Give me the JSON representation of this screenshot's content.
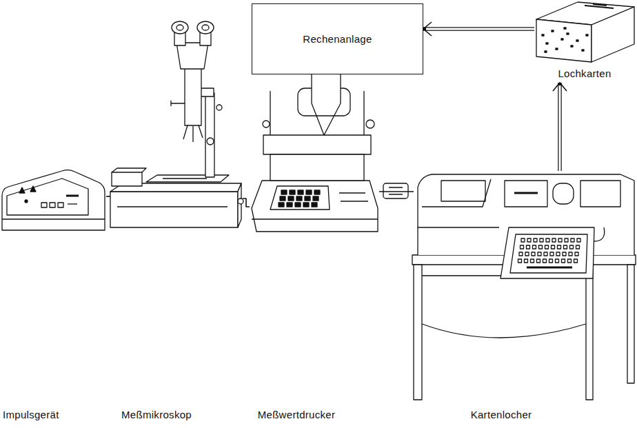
{
  "diagram": {
    "nodes": [
      {
        "text": [
          "Rechenanlage"
        ]
      },
      {
        "text": [
          "Lochkarten"
        ]
      },
      {
        "text": [
          "Impulsgerät"
        ]
      },
      {
        "text": [
          "Meßmikroskop"
        ]
      },
      {
        "text": [
          "Meßwertdrucker"
        ]
      },
      {
        "text": [
          "Kartenlocher"
        ]
      }
    ],
    "edges": [
      {
        "from": 2,
        "to": 3,
        "arrow": "none"
      },
      {
        "from": 3,
        "to": 4,
        "arrow": "none"
      },
      {
        "from": 4,
        "to": 5,
        "arrow": "none"
      },
      {
        "from": 5,
        "to": 1,
        "arrow": "to"
      },
      {
        "from": 1,
        "to": 0,
        "arrow": "to"
      }
    ]
  }
}
